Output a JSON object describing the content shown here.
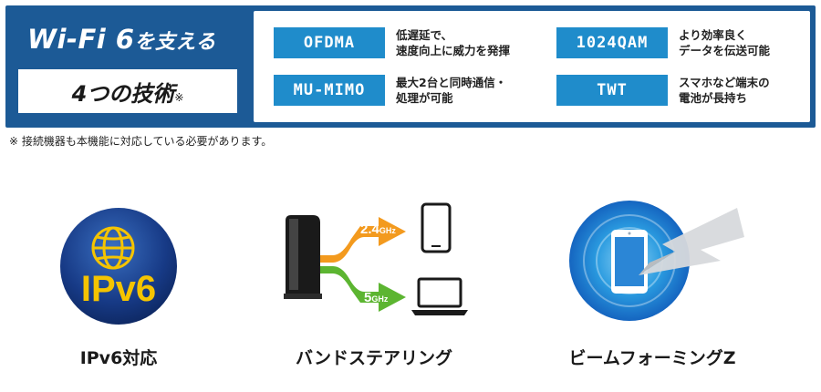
{
  "banner": {
    "title_main": "Wi-Fi 6",
    "title_sub": "を支える",
    "subtitle": "4つの技術",
    "subtitle_note": "※",
    "features": [
      {
        "name": "OFDMA",
        "desc_line1": "低遅延で、",
        "desc_line2": "速度向上に威力を発揮"
      },
      {
        "name": "1024QAM",
        "desc_line1": "より効率良く",
        "desc_line2": "データを伝送可能"
      },
      {
        "name": "MU-MIMO",
        "desc_line1": "最大2台と同時通信・",
        "desc_line2": "処理が可能"
      },
      {
        "name": "TWT",
        "desc_line1": "スマホなど端末の",
        "desc_line2": "電池が長持ち"
      }
    ]
  },
  "footnote": "※ 接続機器も本機能に対応している必要があります。",
  "bottom_features": [
    {
      "label": "IPv6対応",
      "icon_text": "IPv6"
    },
    {
      "label": "バンドステアリング",
      "band_high": "2.4",
      "band_high_unit": "GHz",
      "band_low": "5",
      "band_low_unit": "GHz"
    },
    {
      "label": "ビームフォーミングZ"
    }
  ],
  "colors": {
    "banner_blue": "#1c5a96",
    "chip_blue": "#1f8ccb",
    "orange": "#f39a1e",
    "green": "#5cb531",
    "ipv6_gold": "#f5c400"
  }
}
